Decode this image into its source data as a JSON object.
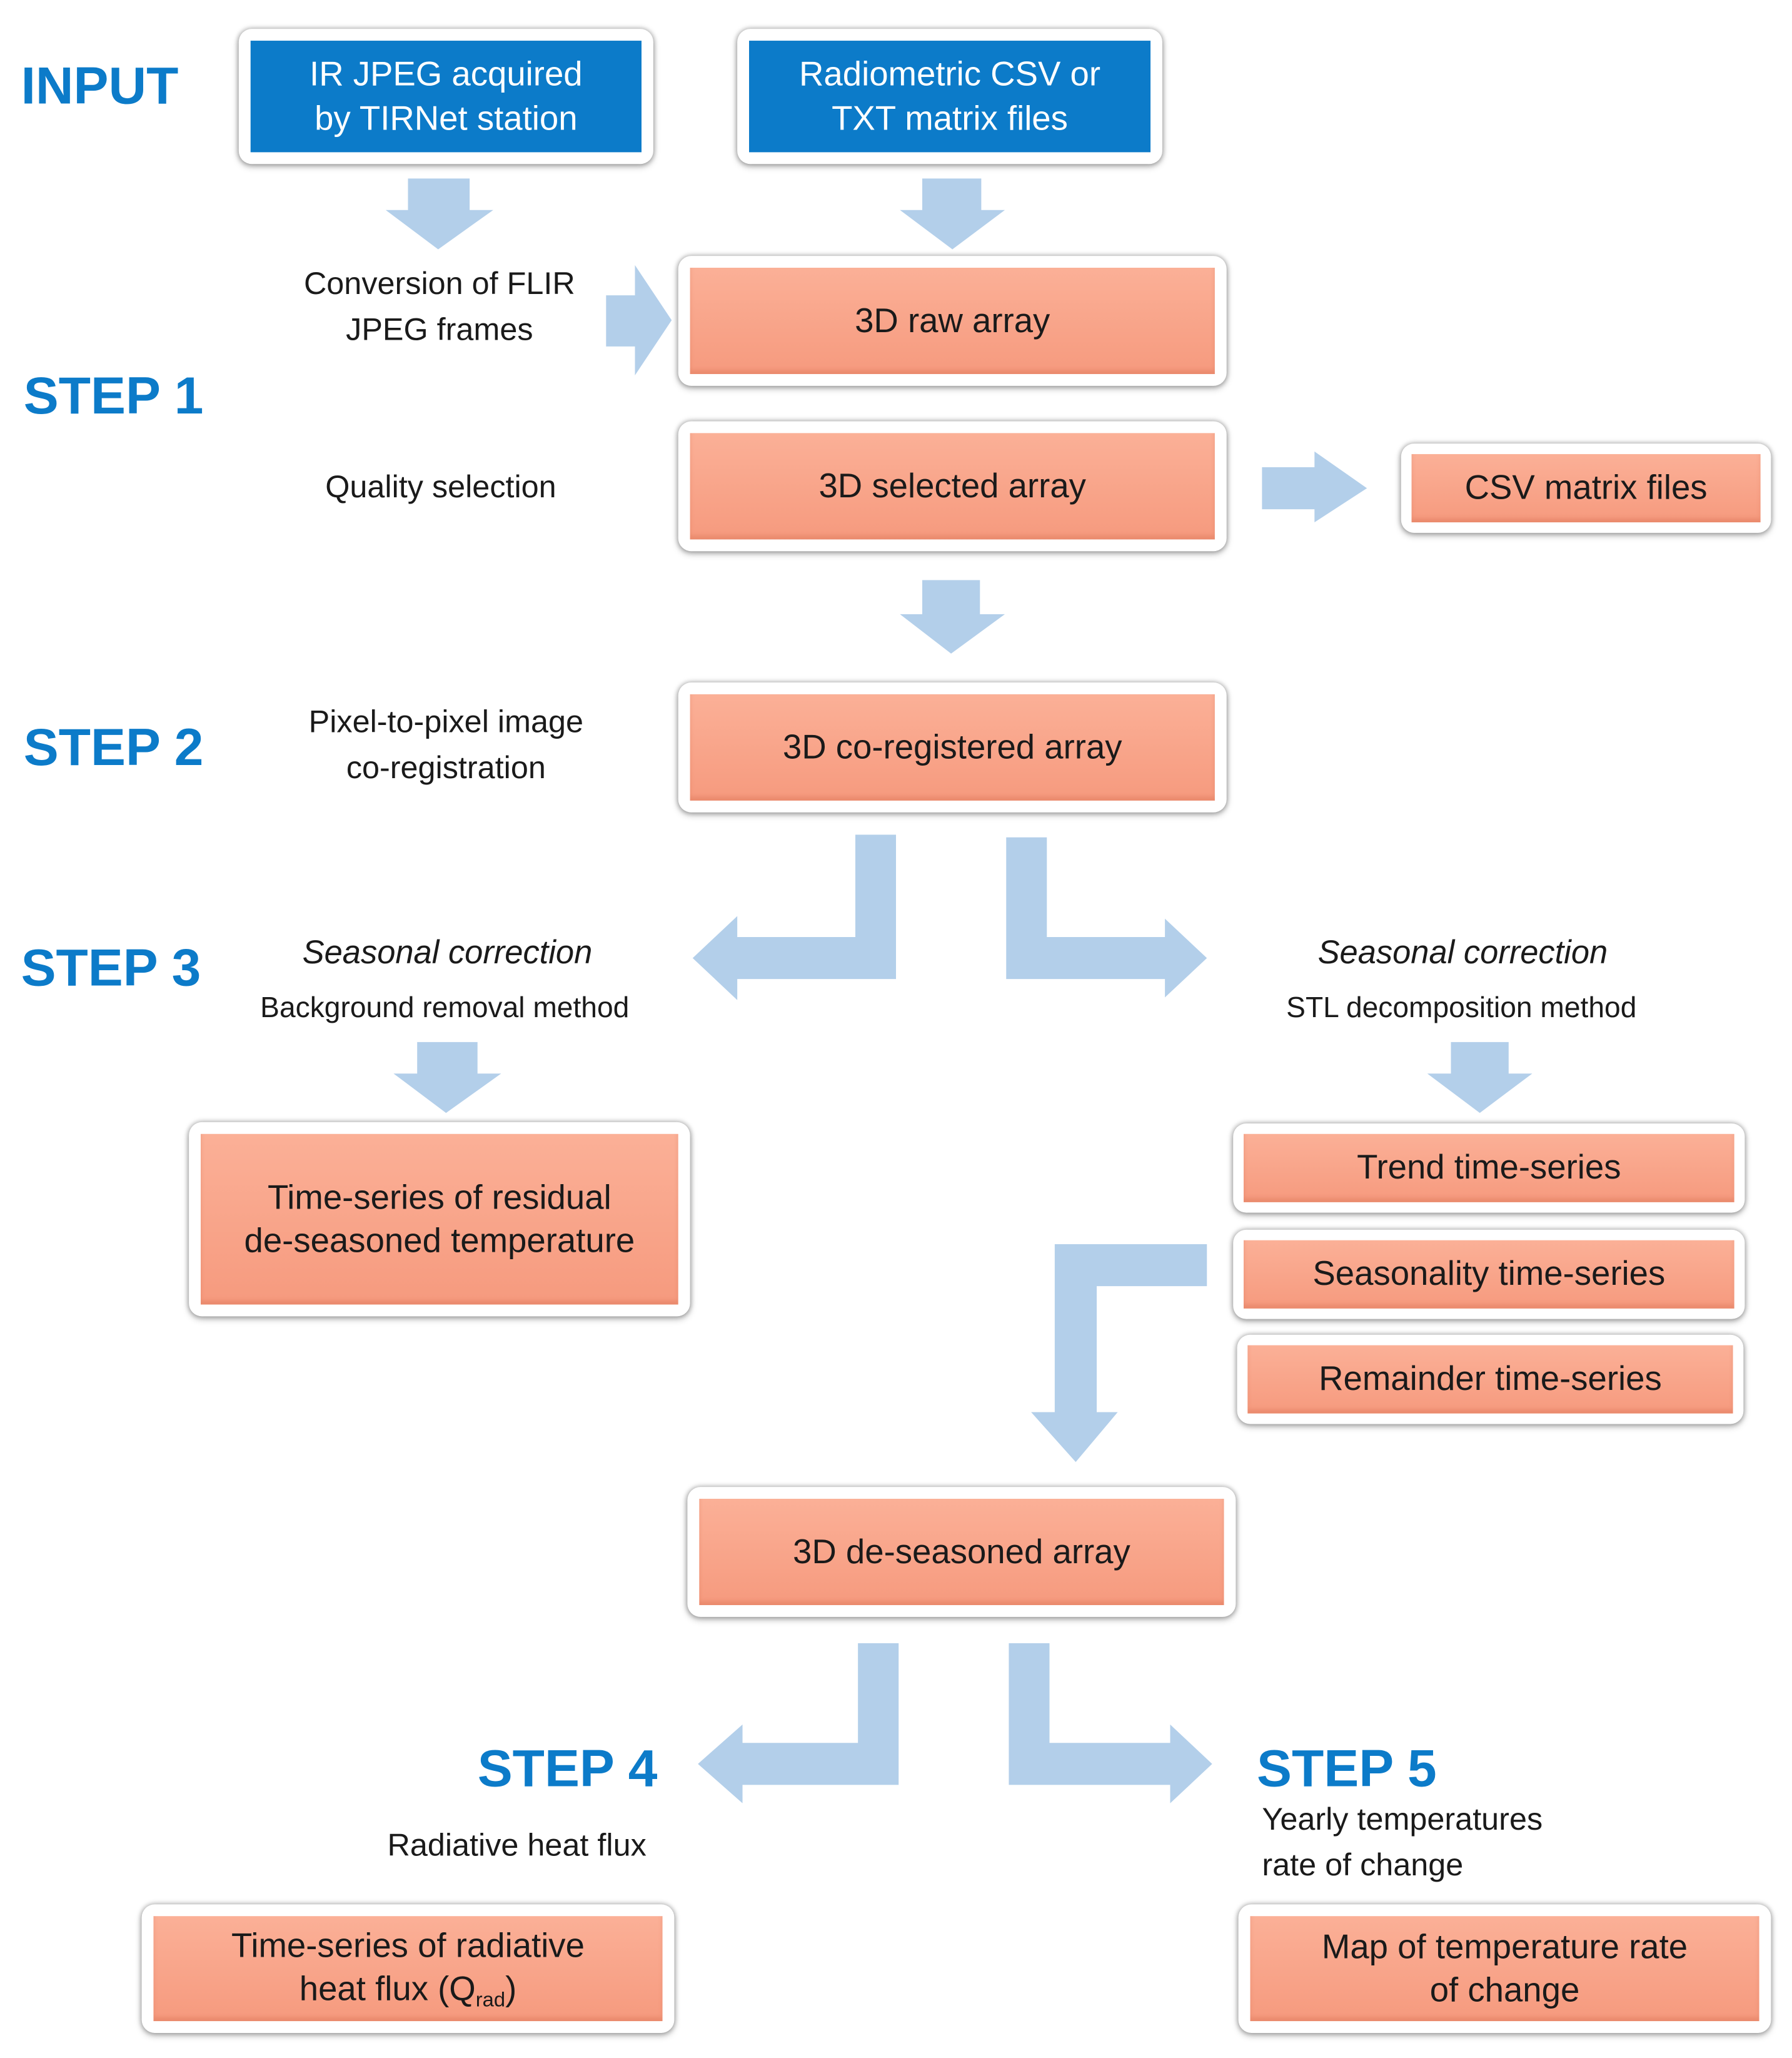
{
  "step_labels": {
    "input": "INPUT",
    "step1": "STEP 1",
    "step2": "STEP 2",
    "step3": "STEP 3",
    "step4": "STEP 4",
    "step5": "STEP 5"
  },
  "input_boxes": {
    "ir_jpeg": {
      "line1": "IR JPEG acquired",
      "line2": "by TIRNet station"
    },
    "radiometric": {
      "line1": "Radiometric CSV or",
      "line2": "TXT matrix files"
    }
  },
  "step1": {
    "conversion_label": {
      "line1": "Conversion of FLIR",
      "line2": "JPEG frames"
    },
    "raw_array": "3D raw array",
    "quality_label": "Quality selection",
    "selected_array": "3D selected array",
    "csv_output": "CSV matrix files"
  },
  "step2": {
    "label": {
      "line1": "Pixel-to-pixel image",
      "line2": "co-registration"
    },
    "coregistered_array": "3D co-registered array"
  },
  "step3": {
    "left_title": "Seasonal correction",
    "left_method": "Background removal method",
    "right_title": "Seasonal correction",
    "right_method": "STL decomposition method",
    "residual_box": {
      "line1": "Time-series of residual",
      "line2": "de-seasoned temperature"
    },
    "trend": "Trend time-series",
    "seasonality": "Seasonality  time-series",
    "remainder": "Remainder  time-series",
    "deseasoned_array": "3D de-seasoned array"
  },
  "step4": {
    "label": "Radiative heat flux",
    "output": {
      "line1": "Time-series of radiative",
      "line2_prefix": "heat flux (Q",
      "line2_sub": "rad",
      "line2_suffix": ")"
    }
  },
  "step5": {
    "label": {
      "line1": "Yearly temperatures",
      "line2": "rate of change"
    },
    "output": {
      "line1": "Map of temperature  rate",
      "line2": "of change"
    }
  },
  "colors": {
    "step_blue": "#0c7bc9",
    "input_blue": "#0c7bc9",
    "process_salmon": "#f8a488",
    "arrow_blue": "#b3cfea"
  }
}
